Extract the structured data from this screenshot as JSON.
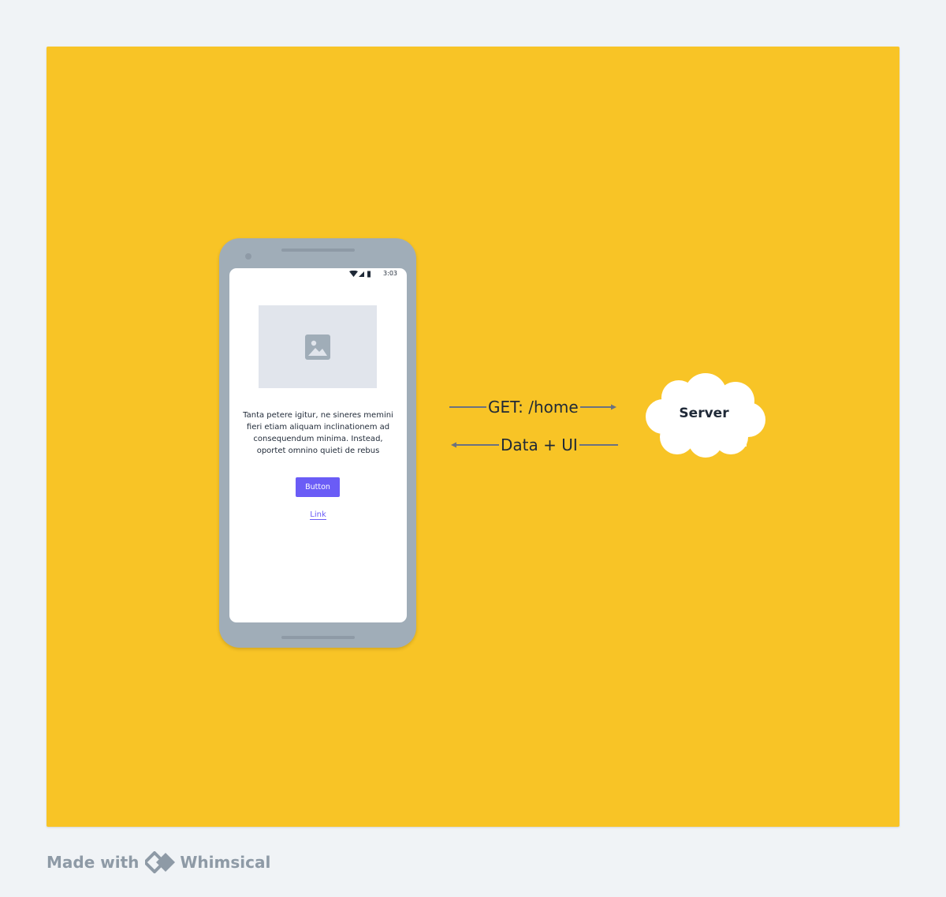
{
  "colors": {
    "canvas": "#f8c426",
    "background": "#f0f3f6",
    "phone_frame": "#a0adb8",
    "accent": "#6a5cf6",
    "arrow": "#6b7280",
    "text": "#1f2937",
    "footer": "#8e9aa6"
  },
  "phone": {
    "status_time": "3:03",
    "body_text": "Tanta petere igitur, ne sineres memini fieri etiam aliquam inclinationem ad consequendum minima. Instead, oportet omnino quieti de rebus",
    "button_label": "Button",
    "link_label": "Link"
  },
  "edges": {
    "request_label": "GET: /home",
    "response_label": "Data + UI"
  },
  "server": {
    "label": "Server"
  },
  "footer": {
    "made_with": "Made with",
    "brand": "Whimsical"
  },
  "icons": [
    "wifi-icon",
    "signal-icon",
    "battery-icon",
    "image-icon",
    "whimsical-logo-icon"
  ]
}
